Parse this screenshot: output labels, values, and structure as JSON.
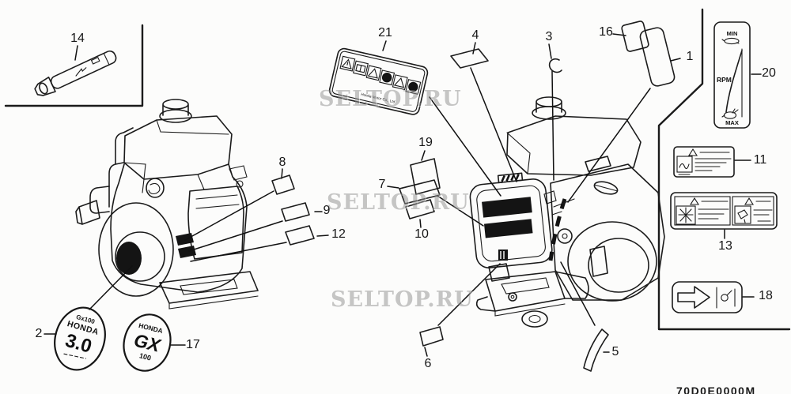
{
  "watermark": {
    "text": "SELTOP.RU"
  },
  "part_code": "70D0E0000M",
  "callouts": {
    "c1": "1",
    "c2": "2",
    "c3": "3",
    "c4": "4",
    "c5": "5",
    "c6": "6",
    "c7": "7",
    "c8": "8",
    "c9": "9",
    "c10": "10",
    "c11": "11",
    "c12": "12",
    "c13": "13",
    "c14": "14",
    "c16": "16",
    "c17": "17",
    "c18": "18",
    "c19": "19",
    "c20": "20",
    "c21": "21"
  },
  "labels": {
    "rpm": {
      "min": "MIN",
      "unit": "RPM",
      "max": "MAX"
    },
    "warning_strip": {
      "maker": "Honda Motor Co., Ltd"
    },
    "emblem_front": {
      "model": "Gx100",
      "brand": "HONDA",
      "displacement": "3.0"
    },
    "emblem_side": {
      "brand": "HONDA",
      "model": "GX",
      "number": "100"
    }
  }
}
